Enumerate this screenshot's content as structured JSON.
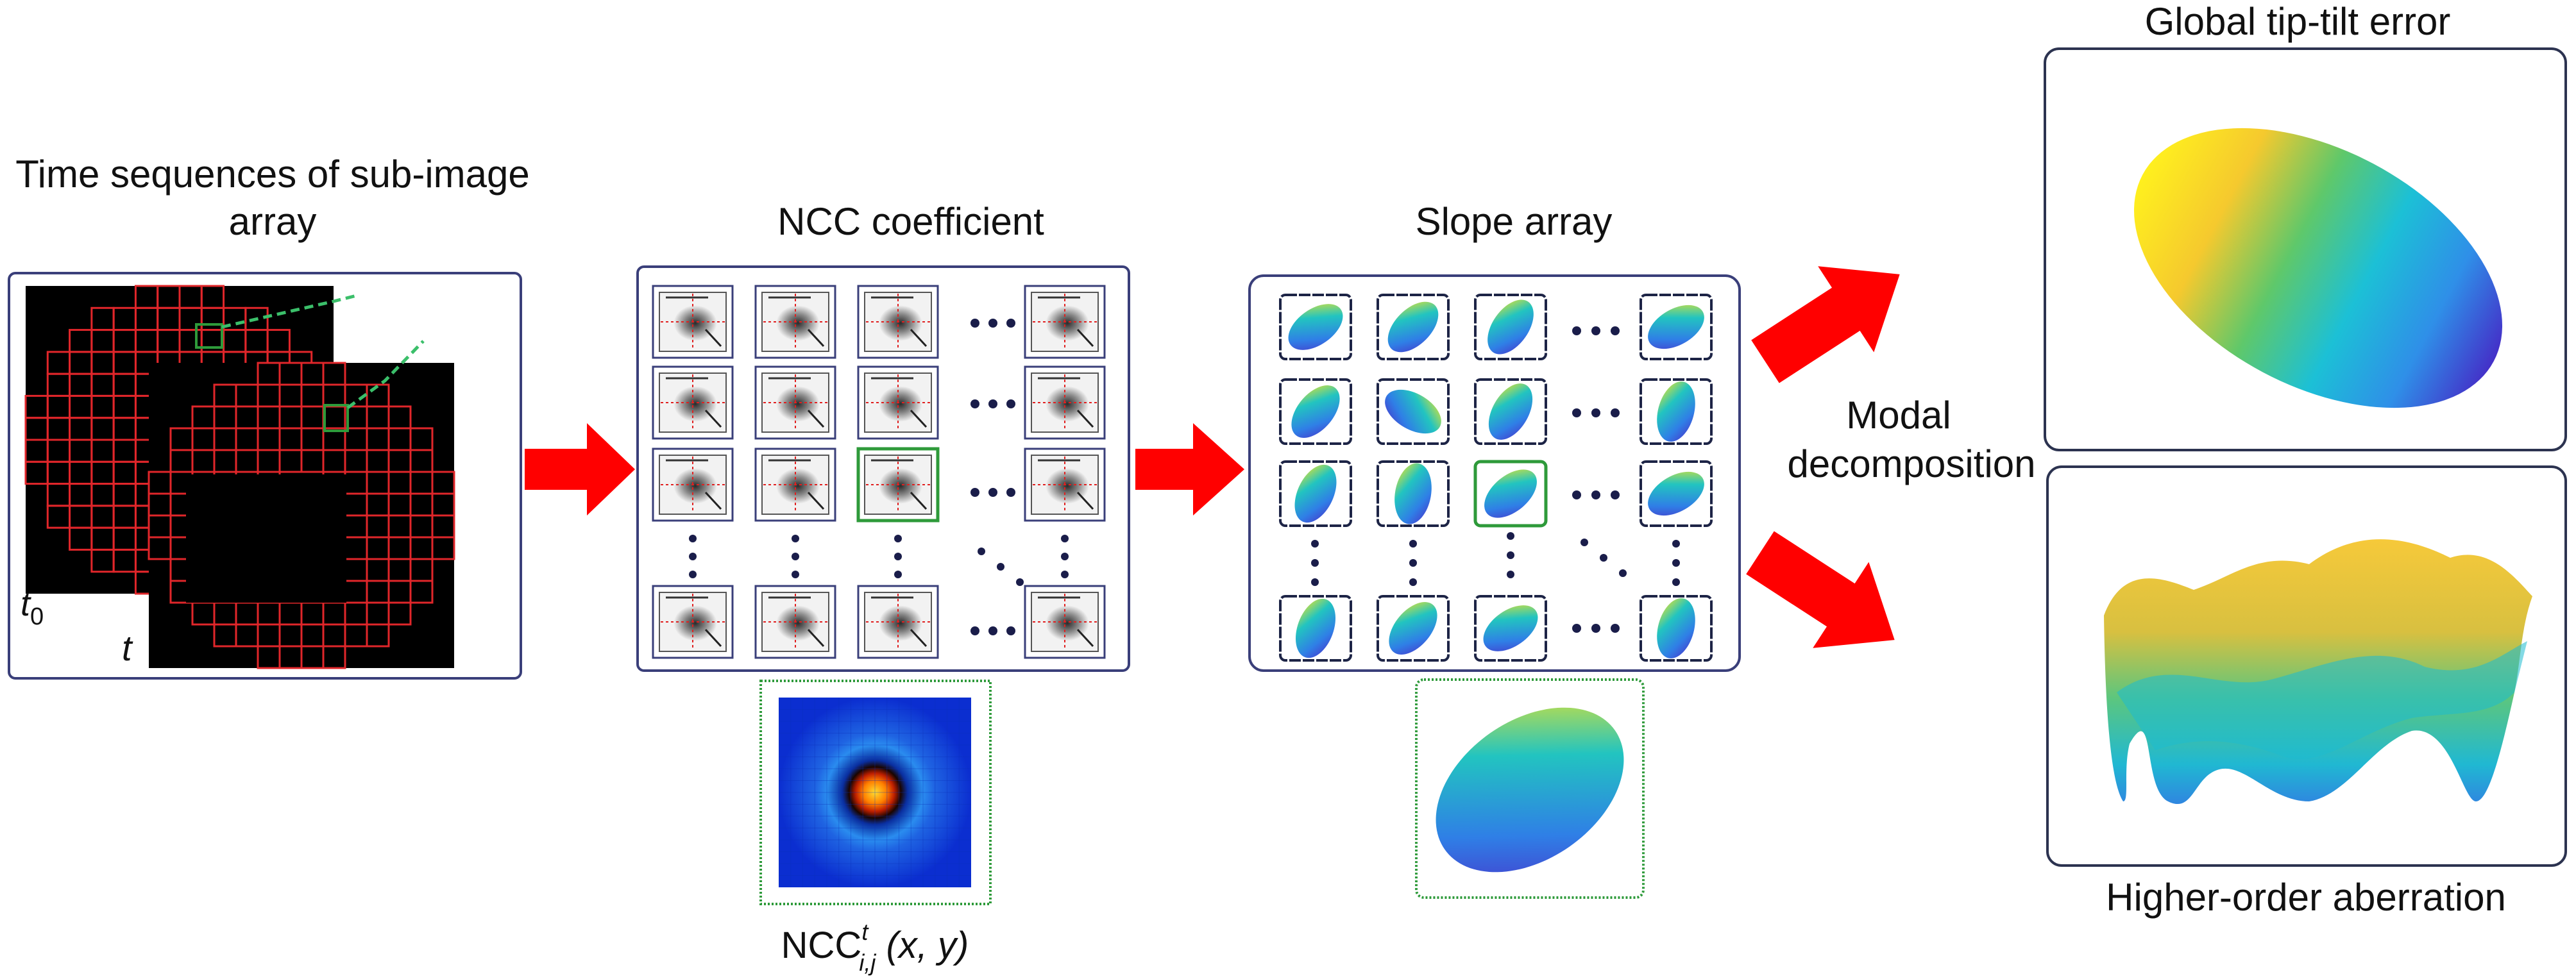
{
  "labels": {
    "sub_image_line1": "Time sequences of sub-image",
    "sub_image_line2": "array",
    "ncc_title": "NCC coefficient",
    "slope_title": "Slope array",
    "modal_line1": "Modal",
    "modal_line2": "decomposition",
    "tip_tilt_title": "Global tip-tilt error",
    "higher_order_title": "Higher-order aberration",
    "t0_base": "t",
    "t0_sub": "0",
    "t_label": "t",
    "ncc_formula_base": "NCC",
    "ncc_formula_sup": "t",
    "ncc_formula_sub": "i,j",
    "ncc_formula_args": " (x, y)"
  },
  "colors": {
    "arrow": "#ff0000",
    "panel_border": "#3a3f7a",
    "grid_line": "#e0262a",
    "highlight": "#2e9a3a",
    "sensor_bg": "#000000"
  }
}
